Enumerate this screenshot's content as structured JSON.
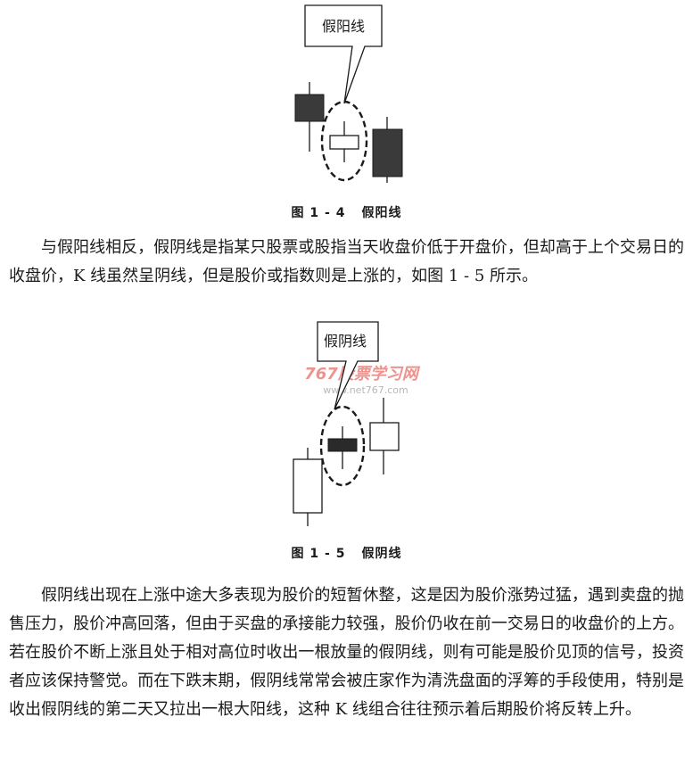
{
  "figure1": {
    "callout": "假阳线",
    "caption_num": "图 1 - 4",
    "caption_title": "假阳线"
  },
  "paragraph1": "与假阳线相反，假阴线是指某只股票或股指当天收盘价低于开盘价，但却高于上个交易日的收盘价，K 线虽然呈阴线，但是股价或指数则是上涨的，如图 1 - 5 所示。",
  "figure2": {
    "callout": "假阴线",
    "watermark_title": "767股票学习网",
    "watermark_url": "www.net767.com",
    "caption_num": "图 1 - 5",
    "caption_title": "假阴线"
  },
  "paragraph2": "假阴线出现在上涨中途大多表现为股价的短暂休整，这是因为股价涨势过猛，遇到卖盘的抛售压力，股价冲高回落，但由于买盘的承接能力较强，股价仍收在前一交易日的收盘价的上方。若在股价不断上涨且处于相对高位时收出一根放量的假阴线，则有可能是股价见顶的信号，投资者应该保持警觉。而在下跌末期，假阴线常常会被庄家作为清洗盘面的浮筹的手段使用，特别是收出假阴线的第二天又拉出一根大阳线，这种 K 线组合往往预示着后期股价将反转上升。",
  "colors": {
    "ink": "#1a1a1a",
    "watermark_red": "#e03a2f",
    "watermark_gray": "#9a9a9a"
  }
}
